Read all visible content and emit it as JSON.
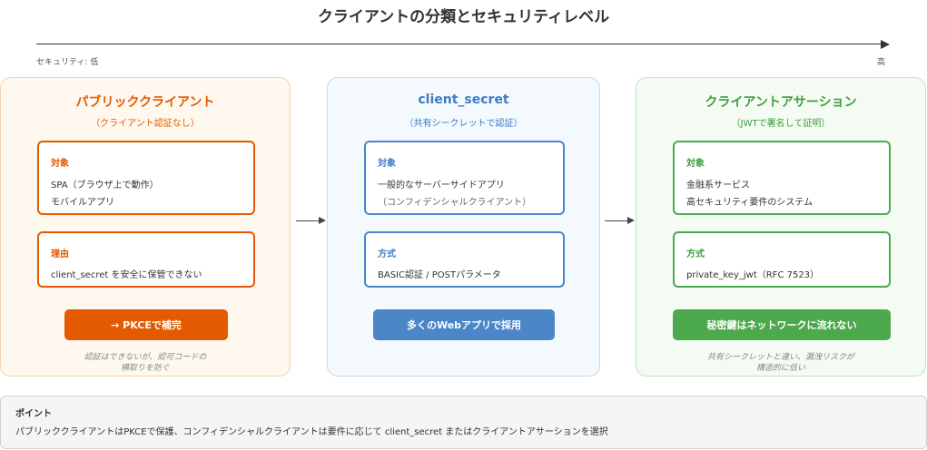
{
  "title": "クライアントの分類とセキュリティレベル",
  "axis": {
    "low_label": "セキュリティ: 低",
    "high_label": "高"
  },
  "columns": [
    {
      "title": "パブリッククライアント",
      "subtitle": "（クライアント認証なし）",
      "box1": {
        "heading": "対象",
        "lines": [
          "SPA（ブラウザ上で動作）",
          "モバイルアプリ"
        ]
      },
      "box2": {
        "heading": "理由",
        "lines": [
          "client_secret を安全に保管できない"
        ]
      },
      "pill": "→ PKCEで補完",
      "note": [
        "認証はできないが、認可コードの",
        "横取りを防ぐ"
      ],
      "color": "#e35a00"
    },
    {
      "title": "client_secret",
      "subtitle": "（共有シークレットで認証）",
      "box1": {
        "heading": "対象",
        "lines": [
          "一般的なサーバーサイドアプリ",
          "（コンフィデンシャルクライアント）"
        ]
      },
      "box2": {
        "heading": "方式",
        "lines": [
          "BASIC認証 / POSTパラメータ"
        ]
      },
      "pill": "多くのWebアプリで採用",
      "note": [],
      "color": "#4a86c8"
    },
    {
      "title": "クライアントアサーション",
      "subtitle": "（JWTで署名して証明）",
      "box1": {
        "heading": "対象",
        "lines": [
          "金融系サービス",
          "高セキュリティ要件のシステム"
        ]
      },
      "box2": {
        "heading": "方式",
        "lines": [
          "private_key_jwt（RFC 7523）"
        ]
      },
      "pill": "秘密鍵はネットワークに流れない",
      "note": [
        "共有シークレットと違い、漏洩リスクが",
        "構造的に低い"
      ],
      "color": "#4caa4c"
    }
  ],
  "point": {
    "heading": "ポイント",
    "text": "パブリッククライアントはPKCEで保護、コンフィデンシャルクライアントは要件に応じて client_secret またはクライアントアサーションを選択"
  }
}
